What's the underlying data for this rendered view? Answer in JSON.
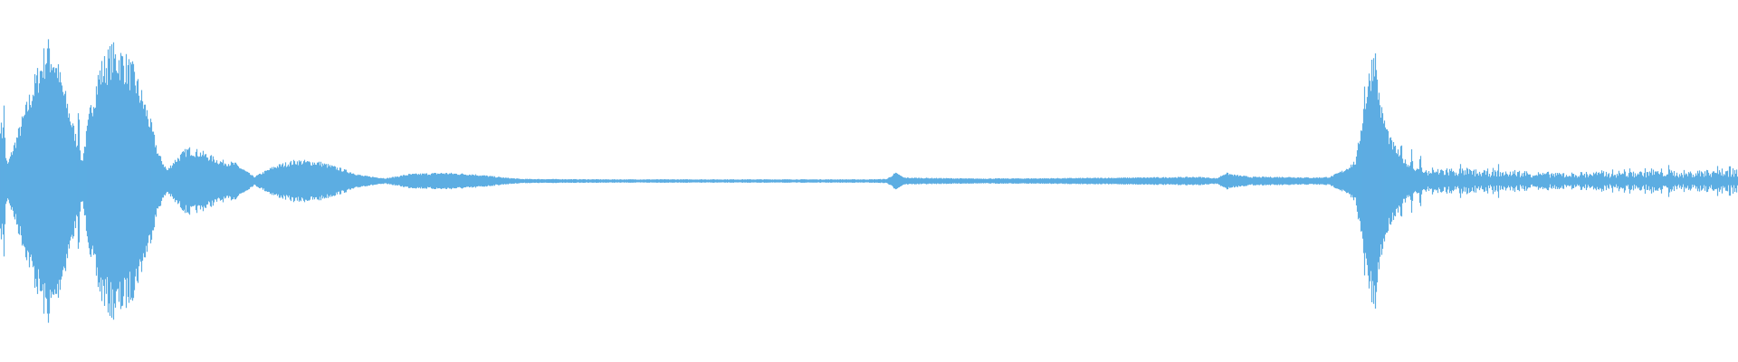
{
  "waveform": {
    "color": "#5dade2",
    "background": "#ffffff",
    "amplitude_envelope": [
      [
        0.0,
        0.45
      ],
      [
        0.004,
        0.12
      ],
      [
        0.01,
        0.35
      ],
      [
        0.02,
        0.75
      ],
      [
        0.027,
        1.0
      ],
      [
        0.031,
        0.92
      ],
      [
        0.036,
        0.7
      ],
      [
        0.042,
        0.4
      ],
      [
        0.047,
        0.15
      ],
      [
        0.052,
        0.55
      ],
      [
        0.057,
        0.82
      ],
      [
        0.064,
        0.96
      ],
      [
        0.07,
        0.93
      ],
      [
        0.077,
        0.8
      ],
      [
        0.085,
        0.5
      ],
      [
        0.091,
        0.2
      ],
      [
        0.096,
        0.08
      ],
      [
        0.1,
        0.15
      ],
      [
        0.108,
        0.24
      ],
      [
        0.116,
        0.21
      ],
      [
        0.126,
        0.15
      ],
      [
        0.135,
        0.13
      ],
      [
        0.146,
        0.03
      ],
      [
        0.158,
        0.11
      ],
      [
        0.17,
        0.15
      ],
      [
        0.183,
        0.14
      ],
      [
        0.196,
        0.09
      ],
      [
        0.208,
        0.04
      ],
      [
        0.222,
        0.02
      ],
      [
        0.235,
        0.05
      ],
      [
        0.255,
        0.06
      ],
      [
        0.272,
        0.05
      ],
      [
        0.29,
        0.025
      ],
      [
        0.3,
        0.015
      ],
      [
        0.35,
        0.012
      ],
      [
        0.4,
        0.012
      ],
      [
        0.45,
        0.012
      ],
      [
        0.5,
        0.012
      ],
      [
        0.51,
        0.015
      ],
      [
        0.515,
        0.06
      ],
      [
        0.52,
        0.025
      ],
      [
        0.56,
        0.018
      ],
      [
        0.6,
        0.02
      ],
      [
        0.65,
        0.025
      ],
      [
        0.69,
        0.03
      ],
      [
        0.7,
        0.02
      ],
      [
        0.705,
        0.06
      ],
      [
        0.71,
        0.045
      ],
      [
        0.72,
        0.03
      ],
      [
        0.74,
        0.03
      ],
      [
        0.755,
        0.025
      ],
      [
        0.765,
        0.03
      ],
      [
        0.773,
        0.08
      ],
      [
        0.78,
        0.15
      ],
      [
        0.785,
        0.6
      ],
      [
        0.79,
        0.95
      ],
      [
        0.795,
        0.5
      ],
      [
        0.8,
        0.3
      ],
      [
        0.806,
        0.18
      ],
      [
        0.812,
        0.1
      ],
      [
        0.82,
        0.07
      ],
      [
        0.83,
        0.08
      ],
      [
        0.85,
        0.07
      ],
      [
        0.88,
        0.06
      ],
      [
        0.9,
        0.05
      ],
      [
        0.92,
        0.06
      ],
      [
        0.95,
        0.07
      ],
      [
        0.97,
        0.06
      ],
      [
        0.99,
        0.08
      ],
      [
        1.0,
        0.07
      ]
    ],
    "spikes": [
      [
        0.002,
        0.55
      ],
      [
        0.028,
        1.0
      ],
      [
        0.03,
        0.92
      ],
      [
        0.033,
        0.82
      ],
      [
        0.045,
        0.55
      ],
      [
        0.517,
        0.05
      ],
      [
        0.785,
        0.7
      ],
      [
        0.791,
        0.98
      ],
      [
        0.796,
        0.45
      ],
      [
        0.806,
        0.3
      ],
      [
        0.812,
        0.22
      ],
      [
        0.817,
        0.2
      ],
      [
        0.84,
        0.1
      ],
      [
        0.862,
        0.09
      ],
      [
        0.876,
        0.07
      ],
      [
        0.925,
        0.08
      ],
      [
        0.96,
        0.09
      ],
      [
        0.985,
        0.1
      ],
      [
        0.995,
        0.11
      ]
    ]
  }
}
